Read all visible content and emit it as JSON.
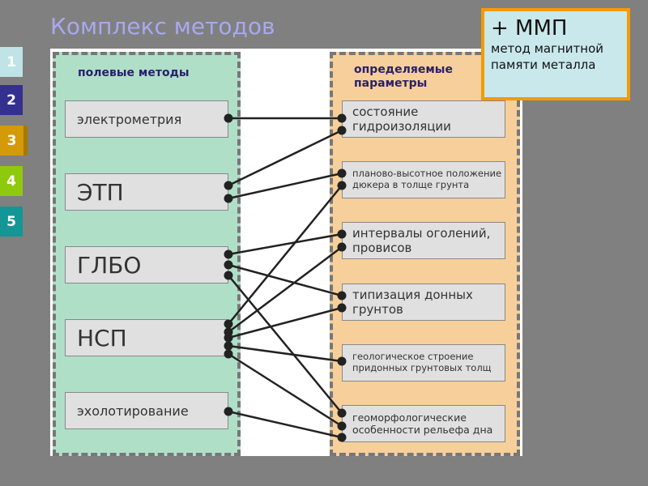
{
  "title": "Комплекс методов",
  "tabs": [
    {
      "label": "1",
      "color": "#bfe3e6"
    },
    {
      "label": "2",
      "color": "#34308f"
    },
    {
      "label": "3",
      "color": "#d49a08"
    },
    {
      "label": "4",
      "color": "#8fc90e"
    },
    {
      "label": "5",
      "color": "#149696"
    }
  ],
  "left_header": "полевые методы",
  "right_header": "определяемые параметры",
  "methods": [
    "электрометрия",
    "ЭТП",
    "ГЛБО",
    "НСП",
    "эхолотирование"
  ],
  "parameters": [
    "состояние гидроизоляции",
    "планово-высотное положение дюкера в толще грунта",
    "интервалы оголений, провисов",
    "типизация донных грунтов",
    "геологическое строение придонных грунтовых толщ",
    "геоморфологические особенности рельефа дна"
  ],
  "connections": [
    [
      0,
      0
    ],
    [
      1,
      0
    ],
    [
      1,
      1
    ],
    [
      2,
      2
    ],
    [
      2,
      3
    ],
    [
      2,
      5
    ],
    [
      3,
      1
    ],
    [
      3,
      2
    ],
    [
      3,
      3
    ],
    [
      3,
      4
    ],
    [
      3,
      5
    ],
    [
      4,
      5
    ]
  ],
  "callout": {
    "title": "+ ММП",
    "text": "метод магнитной памяти металла"
  }
}
